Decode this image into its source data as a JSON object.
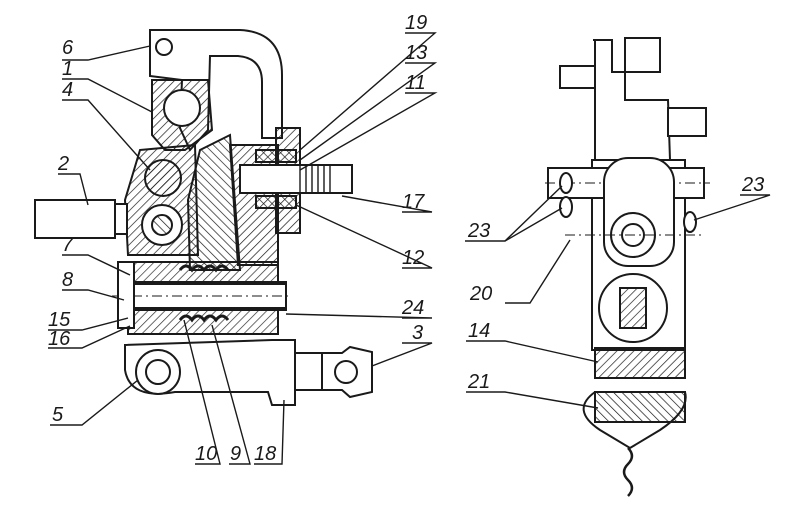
{
  "callouts": [
    {
      "id": "c1",
      "text": "1"
    },
    {
      "id": "c2",
      "text": "2"
    },
    {
      "id": "c3",
      "text": "3"
    },
    {
      "id": "c4",
      "text": "4"
    },
    {
      "id": "c5",
      "text": "5"
    },
    {
      "id": "c6",
      "text": "6"
    },
    {
      "id": "c7",
      "text": "7"
    },
    {
      "id": "c8",
      "text": "8"
    },
    {
      "id": "c9",
      "text": "9"
    },
    {
      "id": "c10",
      "text": "10"
    },
    {
      "id": "c11",
      "text": "11"
    },
    {
      "id": "c12",
      "text": "12"
    },
    {
      "id": "c13",
      "text": "13"
    },
    {
      "id": "c14",
      "text": "14"
    },
    {
      "id": "c15",
      "text": "15"
    },
    {
      "id": "c16",
      "text": "16"
    },
    {
      "id": "c17",
      "text": "17"
    },
    {
      "id": "c18",
      "text": "18"
    },
    {
      "id": "c19",
      "text": "19"
    },
    {
      "id": "c20",
      "text": "20"
    },
    {
      "id": "c21",
      "text": "21"
    },
    {
      "id": "c23a",
      "text": "23"
    },
    {
      "id": "c23b",
      "text": "23"
    },
    {
      "id": "c24",
      "text": "24"
    }
  ],
  "colors": {
    "ink": "#1a1a1a",
    "paper": "#ffffff",
    "hatch": "#1a1a1a"
  }
}
